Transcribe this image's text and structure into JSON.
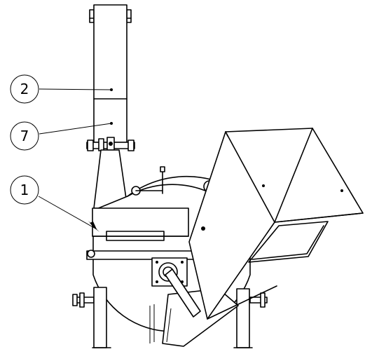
{
  "callouts": [
    {
      "id": "part-2",
      "number": "2"
    },
    {
      "id": "part-7",
      "number": "7"
    },
    {
      "id": "part-1",
      "number": "1"
    }
  ],
  "colors": {
    "line": "#000000",
    "background": "#ffffff"
  }
}
